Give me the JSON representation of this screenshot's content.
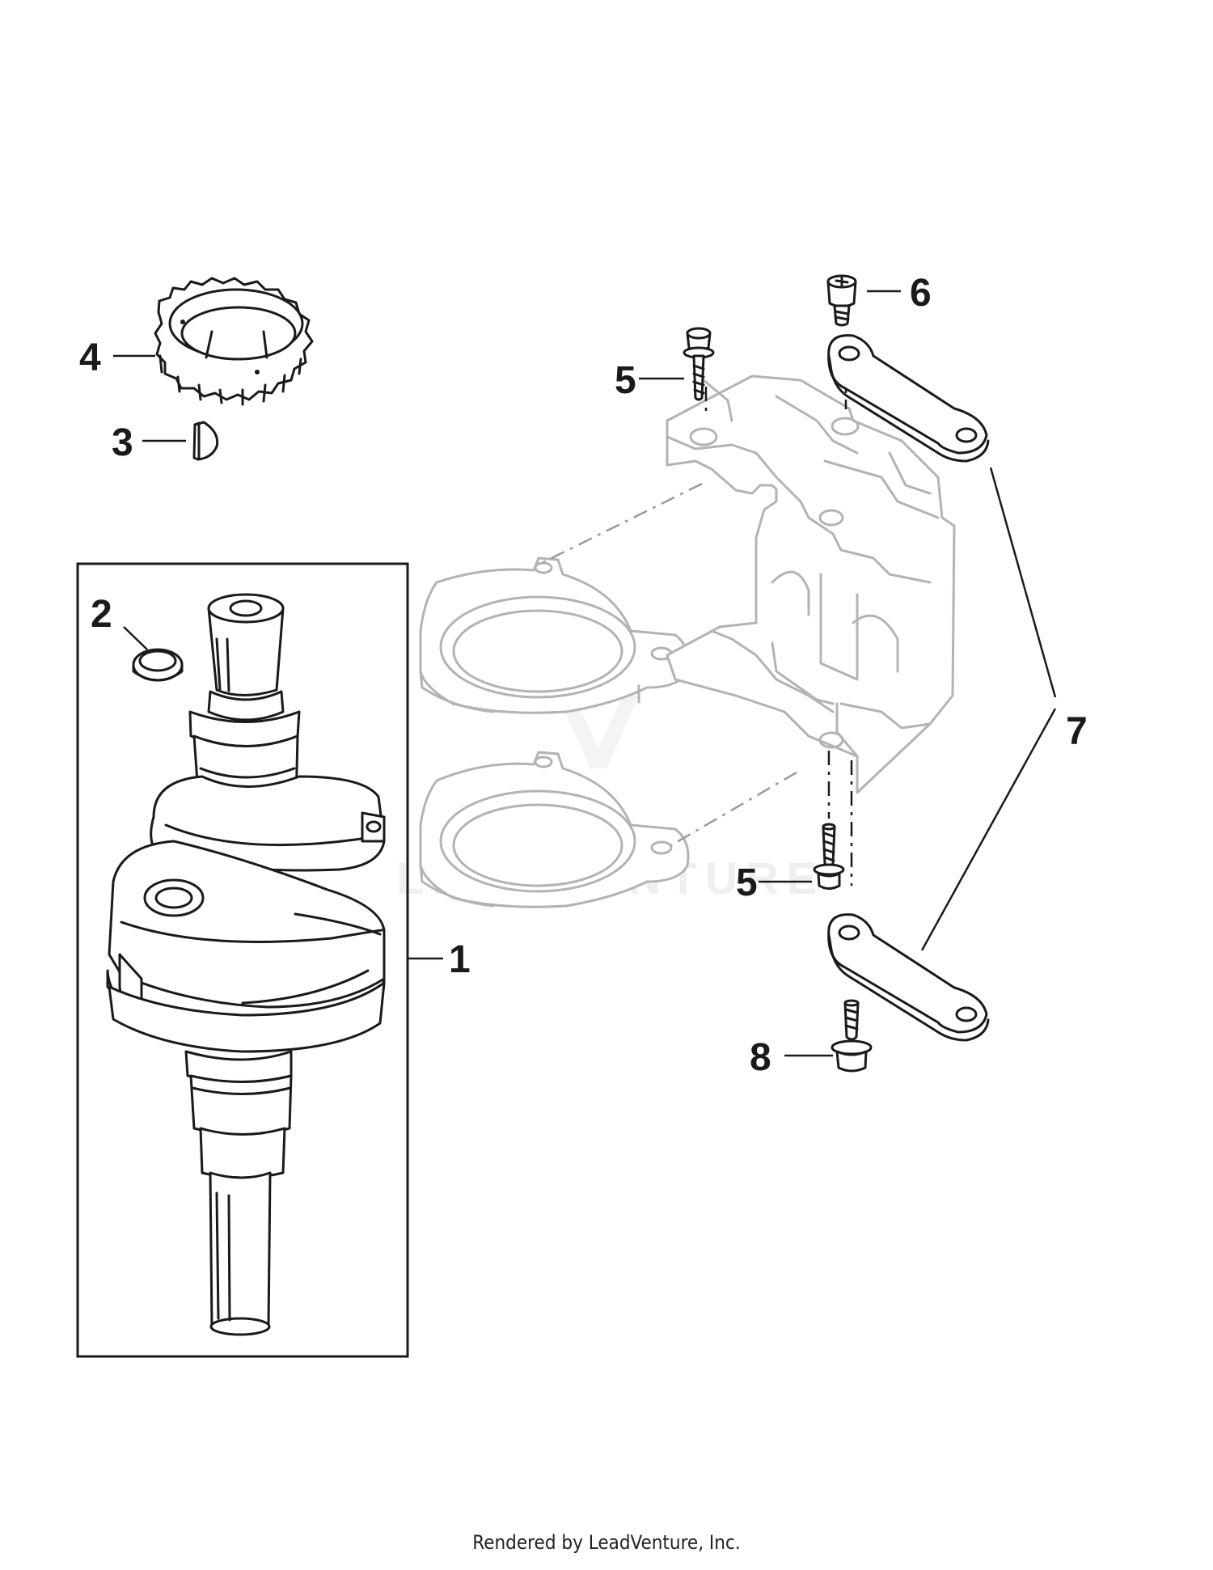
{
  "diagram": {
    "callouts": {
      "c1": "1",
      "c2": "2",
      "c3": "3",
      "c4": "4",
      "c5a": "5",
      "c5b": "5",
      "c6": "6",
      "c7": "7",
      "c8": "8"
    },
    "watermark": "LEADVENTURE"
  },
  "footer": {
    "text": "Rendered by LeadVenture, Inc."
  },
  "colors": {
    "ink": "#1a1a1a",
    "ghost_part": "#b3b3b3",
    "watermark": "#e6e6e6"
  }
}
